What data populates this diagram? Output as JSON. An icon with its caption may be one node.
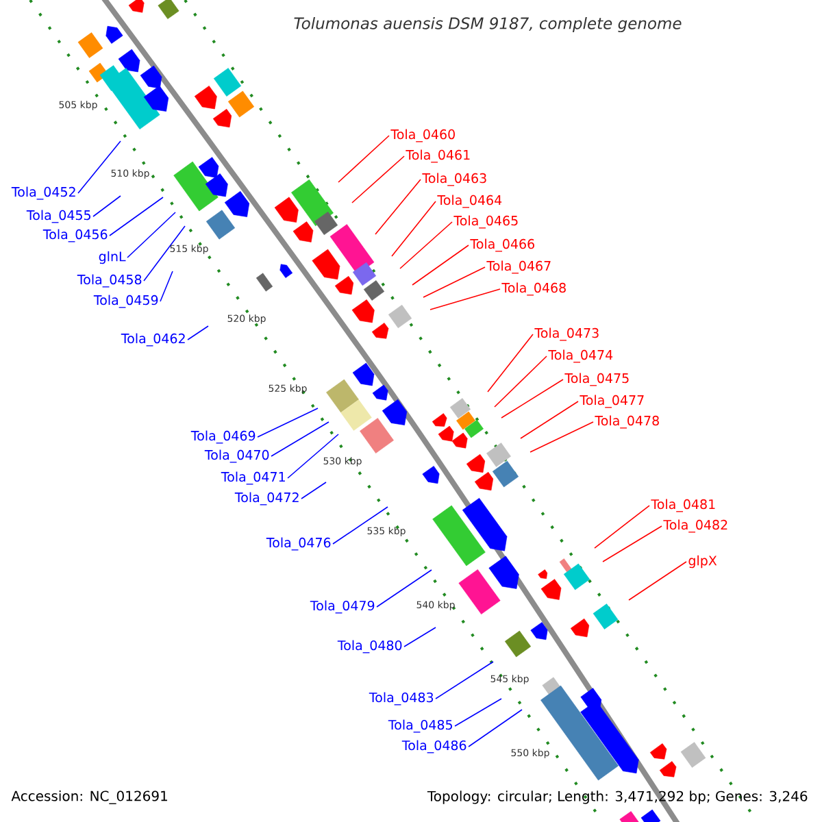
{
  "diagram": {
    "title": "Tolumonas auensis DSM 9187, complete genome",
    "nodes": [
      {
        "text": [
          "Tola_0452"
        ]
      },
      {
        "text": [
          "Tola_0455"
        ]
      },
      {
        "text": [
          "Tola_0456"
        ]
      },
      {
        "text": [
          "glnL"
        ]
      },
      {
        "text": [
          "Tola_0458"
        ]
      },
      {
        "text": [
          "Tola_0459"
        ]
      },
      {
        "text": [
          "Tola_0462"
        ]
      },
      {
        "text": [
          "Tola_0469"
        ]
      },
      {
        "text": [
          "Tola_0470"
        ]
      },
      {
        "text": [
          "Tola_0471"
        ]
      },
      {
        "text": [
          "Tola_0472"
        ]
      },
      {
        "text": [
          "Tola_0476"
        ]
      },
      {
        "text": [
          "Tola_0479"
        ]
      },
      {
        "text": [
          "Tola_0480"
        ]
      },
      {
        "text": [
          "Tola_0483"
        ]
      },
      {
        "text": [
          "Tola_0485"
        ]
      },
      {
        "text": [
          "Tola_0486"
        ]
      },
      {
        "text": [
          "Tola_0460"
        ]
      },
      {
        "text": [
          "Tola_0461"
        ]
      },
      {
        "text": [
          "Tola_0463"
        ]
      },
      {
        "text": [
          "Tola_0464"
        ]
      },
      {
        "text": [
          "Tola_0465"
        ]
      },
      {
        "text": [
          "Tola_0466"
        ]
      },
      {
        "text": [
          "Tola_0467"
        ]
      },
      {
        "text": [
          "Tola_0468"
        ]
      },
      {
        "text": [
          "Tola_0473"
        ]
      },
      {
        "text": [
          "Tola_0474"
        ]
      },
      {
        "text": [
          "Tola_0475"
        ]
      },
      {
        "text": [
          "Tola_0477"
        ]
      },
      {
        "text": [
          "Tola_0478"
        ]
      },
      {
        "text": [
          "Tola_0481"
        ]
      },
      {
        "text": [
          "Tola_0482"
        ]
      },
      {
        "text": [
          "glpX"
        ]
      }
    ],
    "edges": [
      {
        "from": 0,
        "to": null,
        "arrow": "none"
      },
      {
        "from": 1,
        "to": null,
        "arrow": "none"
      },
      {
        "from": 2,
        "to": null,
        "arrow": "none"
      },
      {
        "from": 3,
        "to": null,
        "arrow": "none"
      },
      {
        "from": 4,
        "to": null,
        "arrow": "none"
      },
      {
        "from": 5,
        "to": null,
        "arrow": "none"
      },
      {
        "from": 6,
        "to": null,
        "arrow": "none"
      },
      {
        "from": 7,
        "to": null,
        "arrow": "none"
      },
      {
        "from": 8,
        "to": null,
        "arrow": "none"
      },
      {
        "from": 9,
        "to": null,
        "arrow": "none"
      },
      {
        "from": 10,
        "to": null,
        "arrow": "none"
      },
      {
        "from": 11,
        "to": null,
        "arrow": "none"
      },
      {
        "from": 12,
        "to": null,
        "arrow": "none"
      },
      {
        "from": 13,
        "to": null,
        "arrow": "none"
      },
      {
        "from": 14,
        "to": null,
        "arrow": "none"
      },
      {
        "from": 15,
        "to": null,
        "arrow": "none"
      },
      {
        "from": 16,
        "to": null,
        "arrow": "none"
      },
      {
        "from": 17,
        "to": null,
        "arrow": "none",
        "color": "#ff0000"
      },
      {
        "from": 18,
        "to": null,
        "arrow": "none",
        "color": "#ff0000"
      },
      {
        "from": 19,
        "to": null,
        "arrow": "none",
        "color": "#ff0000"
      },
      {
        "from": 20,
        "to": null,
        "arrow": "none",
        "color": "#ff0000"
      },
      {
        "from": 21,
        "to": null,
        "arrow": "none",
        "color": "#ff0000"
      },
      {
        "from": 22,
        "to": null,
        "arrow": "none",
        "color": "#ff0000"
      },
      {
        "from": 23,
        "to": null,
        "arrow": "none",
        "color": "#ff0000"
      },
      {
        "from": 24,
        "to": null,
        "arrow": "none",
        "color": "#ff0000"
      },
      {
        "from": 25,
        "to": null,
        "arrow": "none",
        "color": "#ff0000"
      },
      {
        "from": 26,
        "to": null,
        "arrow": "none",
        "color": "#ff0000"
      },
      {
        "from": 27,
        "to": null,
        "arrow": "none",
        "color": "#ff0000"
      },
      {
        "from": 28,
        "to": null,
        "arrow": "none",
        "color": "#ff0000"
      },
      {
        "from": 29,
        "to": null,
        "arrow": "none",
        "color": "#ff0000"
      },
      {
        "from": 30,
        "to": null,
        "arrow": "none",
        "color": "#ff0000"
      },
      {
        "from": 31,
        "to": null,
        "arrow": "none",
        "color": "#ff0000"
      },
      {
        "from": 32,
        "to": null,
        "arrow": "none",
        "color": "#ff0000"
      }
    ],
    "labels": [
      "505 kbp",
      "510 kbp",
      "515 kbp",
      "520 kbp",
      "525 kbp",
      "530 kbp",
      "535 kbp",
      "540 kbp",
      "545 kbp",
      "550 kbp",
      "Accession: NC_012691",
      "Topology: circular; Length: 3,471,292 bp; Genes: 3,246"
    ]
  }
}
